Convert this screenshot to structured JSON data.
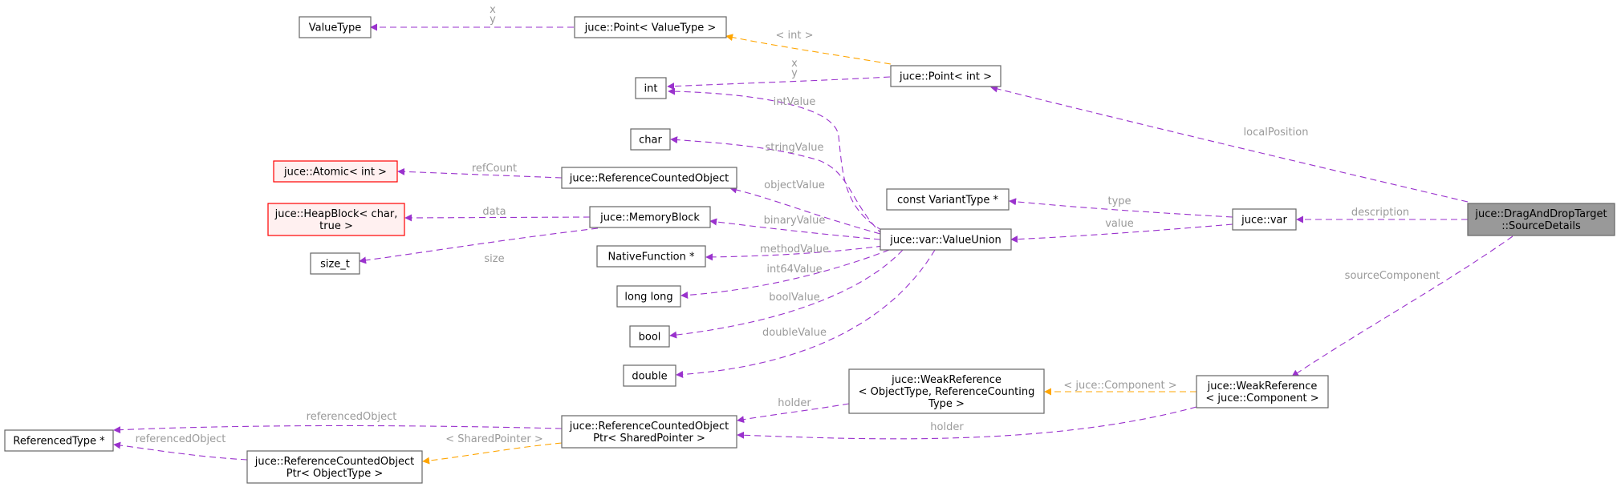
{
  "colors": {
    "node_border": "#666666",
    "node_fill": "#ffffff",
    "focus_fill": "#999999",
    "focus_border": "#666666",
    "red_border": "#ff0000",
    "red_fill": "#fff0f0",
    "usage_edge": "#9a32cd",
    "template_edge": "#ffa500",
    "edge_label": "#9a9a9a"
  },
  "nodes": [
    {
      "id": "valuetype",
      "lines": [
        "ValueType"
      ],
      "style": "normal"
    },
    {
      "id": "point_valuetype",
      "lines": [
        "juce::Point< ValueType >"
      ],
      "style": "normal"
    },
    {
      "id": "point_int",
      "lines": [
        "juce::Point< int >"
      ],
      "style": "normal"
    },
    {
      "id": "int",
      "lines": [
        "int"
      ],
      "style": "normal"
    },
    {
      "id": "char",
      "lines": [
        "char"
      ],
      "style": "normal"
    },
    {
      "id": "atomic_int",
      "lines": [
        "juce::Atomic< int >"
      ],
      "style": "red"
    },
    {
      "id": "refcounted",
      "lines": [
        "juce::ReferenceCountedObject"
      ],
      "style": "normal"
    },
    {
      "id": "heapblock",
      "lines": [
        "juce::HeapBlock< char,",
        "true >"
      ],
      "style": "red"
    },
    {
      "id": "memoryblock",
      "lines": [
        "juce::MemoryBlock"
      ],
      "style": "normal"
    },
    {
      "id": "size_t",
      "lines": [
        "size_t"
      ],
      "style": "normal"
    },
    {
      "id": "nativefunction",
      "lines": [
        "NativeFunction *"
      ],
      "style": "normal"
    },
    {
      "id": "longlong",
      "lines": [
        "long long"
      ],
      "style": "normal"
    },
    {
      "id": "bool",
      "lines": [
        "bool"
      ],
      "style": "normal"
    },
    {
      "id": "double",
      "lines": [
        "double"
      ],
      "style": "normal"
    },
    {
      "id": "const_varianttype",
      "lines": [
        "const VariantType *"
      ],
      "style": "normal"
    },
    {
      "id": "valueunion",
      "lines": [
        "juce::var::ValueUnion"
      ],
      "style": "normal"
    },
    {
      "id": "var",
      "lines": [
        "juce::var"
      ],
      "style": "normal"
    },
    {
      "id": "sourcedetails",
      "lines": [
        "juce::DragAndDropTarget",
        "::SourceDetails"
      ],
      "style": "focus"
    },
    {
      "id": "weakref_template",
      "lines": [
        "juce::WeakReference",
        "< ObjectType, ReferenceCounting",
        "Type >"
      ],
      "style": "normal"
    },
    {
      "id": "weakref_component",
      "lines": [
        "juce::WeakReference",
        "< juce::Component >"
      ],
      "style": "normal"
    },
    {
      "id": "rcoptr_shared",
      "lines": [
        "juce::ReferenceCountedObject",
        "Ptr< SharedPointer >"
      ],
      "style": "normal"
    },
    {
      "id": "referencedtype",
      "lines": [
        "ReferencedType *"
      ],
      "style": "normal"
    },
    {
      "id": "rcoptr_objecttype",
      "lines": [
        "juce::ReferenceCountedObject",
        "Ptr< ObjectType >"
      ],
      "style": "normal"
    }
  ],
  "edges": [
    {
      "id": "e1",
      "from": "point_valuetype",
      "to": "valuetype",
      "kind": "usage",
      "labels": [
        "x",
        "y"
      ]
    },
    {
      "id": "e2",
      "from": "point_int",
      "to": "point_valuetype",
      "kind": "template",
      "labels": [
        "< int >"
      ]
    },
    {
      "id": "e3",
      "from": "point_int",
      "to": "int",
      "kind": "usage",
      "labels": [
        "x",
        "y"
      ]
    },
    {
      "id": "e4",
      "from": "sourcedetails",
      "to": "point_int",
      "kind": "usage",
      "labels": [
        "localPosition"
      ]
    },
    {
      "id": "e5",
      "from": "valueunion",
      "to": "int",
      "kind": "usage",
      "labels": [
        "intValue"
      ]
    },
    {
      "id": "e6",
      "from": "valueunion",
      "to": "char",
      "kind": "usage",
      "labels": [
        "stringValue"
      ]
    },
    {
      "id": "e7",
      "from": "refcounted",
      "to": "atomic_int",
      "kind": "usage",
      "labels": [
        "refCount"
      ]
    },
    {
      "id": "e8",
      "from": "valueunion",
      "to": "refcounted",
      "kind": "usage",
      "labels": [
        "objectValue"
      ]
    },
    {
      "id": "e9",
      "from": "memoryblock",
      "to": "heapblock",
      "kind": "usage",
      "labels": [
        "data"
      ]
    },
    {
      "id": "e10",
      "from": "valueunion",
      "to": "memoryblock",
      "kind": "usage",
      "labels": [
        "binaryValue"
      ]
    },
    {
      "id": "e11",
      "from": "memoryblock",
      "to": "size_t",
      "kind": "usage",
      "labels": [
        "size"
      ]
    },
    {
      "id": "e12",
      "from": "valueunion",
      "to": "nativefunction",
      "kind": "usage",
      "labels": [
        "methodValue"
      ]
    },
    {
      "id": "e13",
      "from": "valueunion",
      "to": "longlong",
      "kind": "usage",
      "labels": [
        "int64Value"
      ]
    },
    {
      "id": "e14",
      "from": "valueunion",
      "to": "bool",
      "kind": "usage",
      "labels": [
        "boolValue"
      ]
    },
    {
      "id": "e15",
      "from": "valueunion",
      "to": "double",
      "kind": "usage",
      "labels": [
        "doubleValue"
      ]
    },
    {
      "id": "e16",
      "from": "var",
      "to": "const_varianttype",
      "kind": "usage",
      "labels": [
        "type"
      ]
    },
    {
      "id": "e17",
      "from": "var",
      "to": "valueunion",
      "kind": "usage",
      "labels": [
        "value"
      ]
    },
    {
      "id": "e18",
      "from": "sourcedetails",
      "to": "var",
      "kind": "usage",
      "labels": [
        "description"
      ]
    },
    {
      "id": "e19",
      "from": "sourcedetails",
      "to": "weakref_component",
      "kind": "usage",
      "labels": [
        "sourceComponent"
      ]
    },
    {
      "id": "e20",
      "from": "weakref_component",
      "to": "weakref_template",
      "kind": "template",
      "labels": [
        "< juce::Component >"
      ]
    },
    {
      "id": "e21",
      "from": "weakref_template",
      "to": "rcoptr_shared",
      "kind": "usage",
      "labels": [
        "holder"
      ]
    },
    {
      "id": "e22",
      "from": "weakref_component",
      "to": "rcoptr_shared",
      "kind": "usage",
      "labels": [
        "holder"
      ]
    },
    {
      "id": "e23",
      "from": "rcoptr_shared",
      "to": "referencedtype",
      "kind": "usage",
      "labels": [
        "referencedObject"
      ]
    },
    {
      "id": "e24",
      "from": "rcoptr_shared",
      "to": "rcoptr_objecttype",
      "kind": "template",
      "labels": [
        "< SharedPointer >"
      ]
    },
    {
      "id": "e25",
      "from": "rcoptr_objecttype",
      "to": "referencedtype",
      "kind": "usage",
      "labels": [
        "referencedObject"
      ]
    }
  ]
}
